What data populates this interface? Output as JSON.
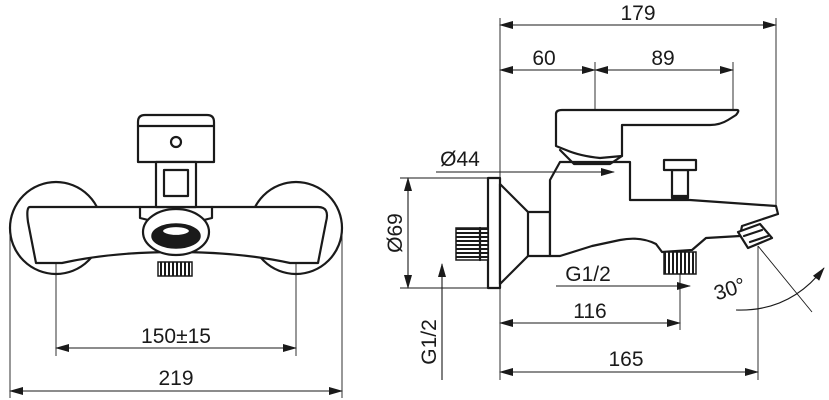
{
  "front_view": {
    "dim_centers": "150±15",
    "dim_overall_width": "219"
  },
  "side_view": {
    "dim_depth": "179",
    "dim_lever_offset": "60",
    "dim_lever_length": "89",
    "dim_escutcheon_diameter": "Ø44",
    "dim_flange_diameter": "Ø69",
    "dim_inlet_thread": "G1/2",
    "dim_outlet_thread": "G1/2",
    "dim_outlet_depth": "116",
    "dim_spout_reach": "165",
    "dim_spout_angle": "30°"
  },
  "colors": {
    "line": "#1a1a1a",
    "background": "#ffffff"
  }
}
